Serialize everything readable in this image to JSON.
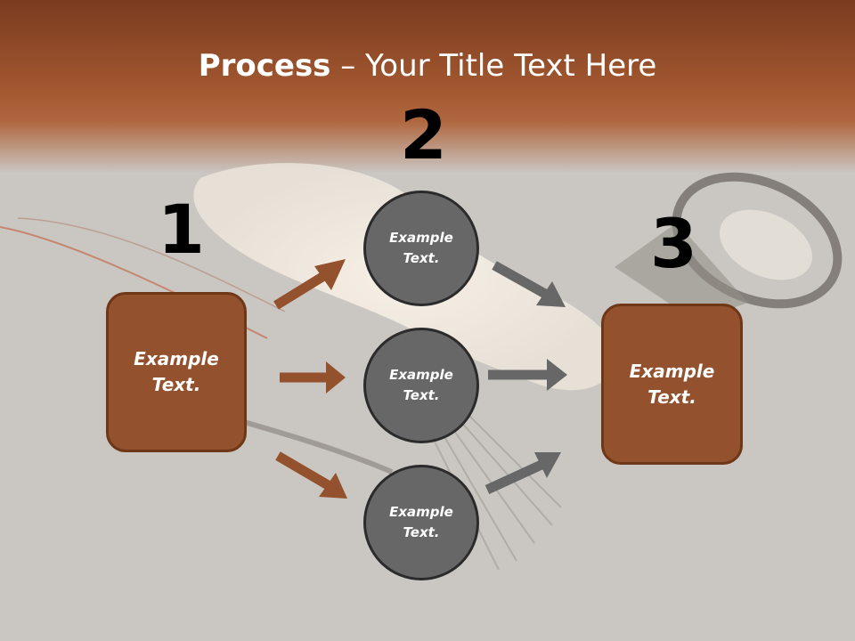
{
  "slide": {
    "title_bold": "Process",
    "title_rest": " – Your Title Text Here"
  },
  "steps": {
    "step1_number": "1",
    "step2_number": "2",
    "step3_number": "3"
  },
  "boxes": {
    "left_text": "Example Text.",
    "right_text": "Example Text."
  },
  "circles": [
    {
      "text": "Example Text."
    },
    {
      "text": "Example Text."
    },
    {
      "text": "Example Text."
    }
  ],
  "colors": {
    "header_brown": "#9a4d28",
    "box_fill": "#94512d",
    "circle_fill": "#676767",
    "arrow_brown": "#94512d",
    "arrow_gray": "#676767",
    "background": "#cac7c3"
  }
}
